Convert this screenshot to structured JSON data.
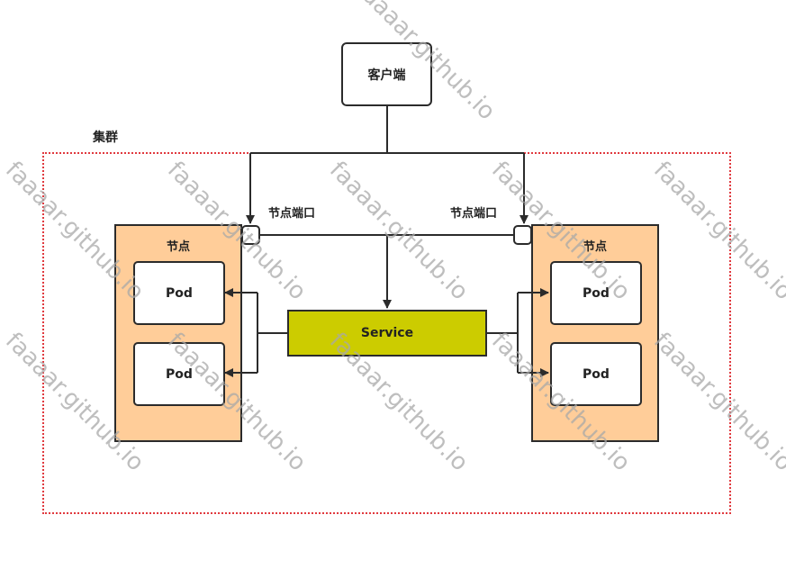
{
  "diagram": {
    "type": "kubernetes-nodeport-service",
    "client": {
      "label": "客户端"
    },
    "cluster": {
      "label": "集群",
      "border_color": "#e0393e"
    },
    "node_ports": [
      {
        "id": "port-left",
        "label": "节点端口"
      },
      {
        "id": "port-right",
        "label": "节点端口"
      }
    ],
    "nodes": [
      {
        "id": "node-left",
        "title": "节点",
        "fill": "#ffcd99",
        "pods": [
          {
            "label": "Pod"
          },
          {
            "label": "Pod"
          }
        ]
      },
      {
        "id": "node-right",
        "title": "节点",
        "fill": "#ffcd99",
        "pods": [
          {
            "label": "Pod"
          },
          {
            "label": "Pod"
          }
        ]
      }
    ],
    "service": {
      "label": "Service",
      "fill": "#cccc00"
    },
    "edges": [
      {
        "from": "client",
        "to": "port-left",
        "arrow": true
      },
      {
        "from": "client",
        "to": "port-right",
        "arrow": true
      },
      {
        "from": "port-left",
        "to": "service",
        "arrow": true,
        "via": "port-bus"
      },
      {
        "from": "port-right",
        "to": "service",
        "arrow": true,
        "via": "port-bus"
      },
      {
        "from": "service",
        "to": "node-left.pod-1",
        "arrow": true
      },
      {
        "from": "service",
        "to": "node-left.pod-2",
        "arrow": true
      },
      {
        "from": "service",
        "to": "node-right.pod-1",
        "arrow": true
      },
      {
        "from": "service",
        "to": "node-right.pod-2",
        "arrow": true
      }
    ],
    "watermark": {
      "text": "faaaar.github.io"
    }
  }
}
